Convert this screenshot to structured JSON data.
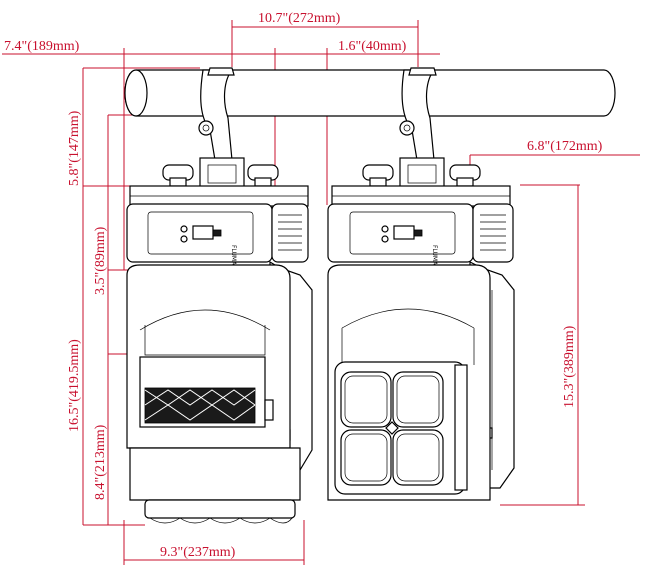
{
  "dimensions": {
    "top_width": "10.7\"(272mm)",
    "left_overall_width": "7.4\"(189mm)",
    "clamp_offset": "1.6\"(40mm)",
    "clamp_height": "5.8\"(147mm)",
    "base_height": "3.5\"(89mm)",
    "overall_height": "16.5\"(419.5mm)",
    "head_height": "8.4\"(213mm)",
    "bottom_width": "9.3\"(237mm)",
    "right_offset": "6.8\"(172mm)",
    "right_height": "15.3\"(389mm)"
  },
  "product": {
    "panel_label": "FLUMAX 12"
  },
  "colors": {
    "dimension": "#c8102e",
    "outline": "#000000"
  }
}
